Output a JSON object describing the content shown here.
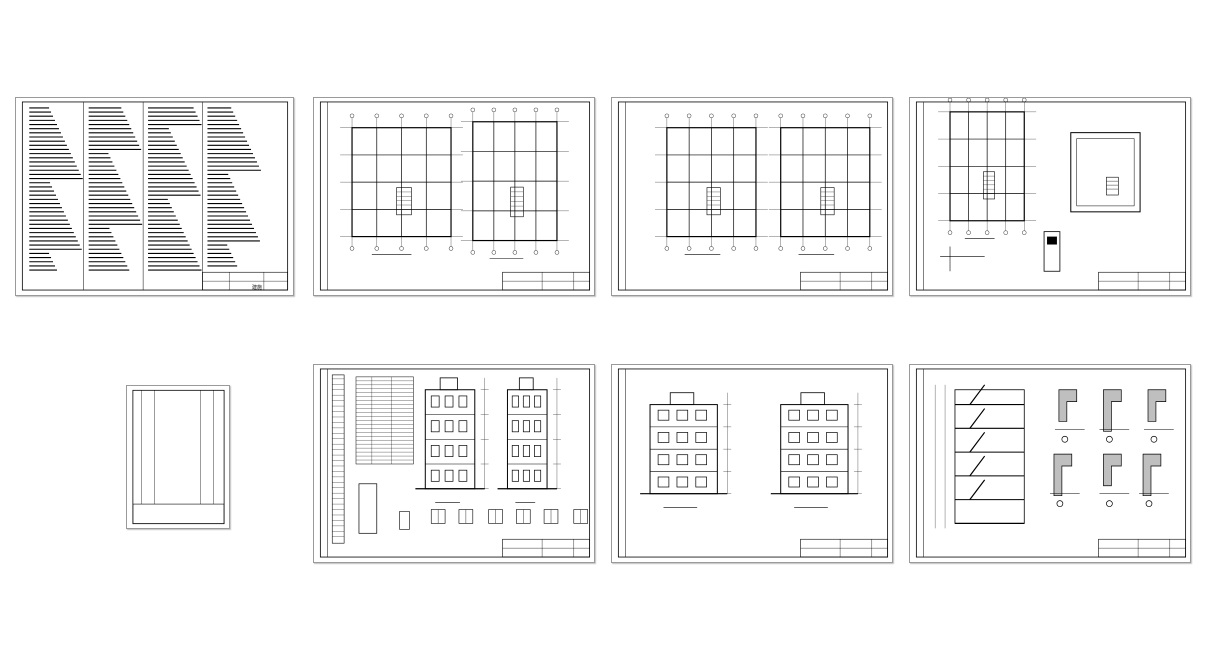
{
  "viewer": {
    "accent_color": "#000000",
    "background_color": "#ffffff",
    "sheet_count": 8
  },
  "sheets": [
    {
      "id": "sheet-1",
      "kind": "design-notes"
    },
    {
      "id": "sheet-2",
      "kind": "floor-plans"
    },
    {
      "id": "sheet-3",
      "kind": "floor-plans"
    },
    {
      "id": "sheet-4",
      "kind": "roof-plan-details"
    },
    {
      "id": "sheet-5",
      "kind": "drawing-index"
    },
    {
      "id": "sheet-6",
      "kind": "elevations-windows"
    },
    {
      "id": "sheet-7",
      "kind": "elevations"
    },
    {
      "id": "sheet-8",
      "kind": "section-details"
    }
  ],
  "title_block_tag": "建施"
}
